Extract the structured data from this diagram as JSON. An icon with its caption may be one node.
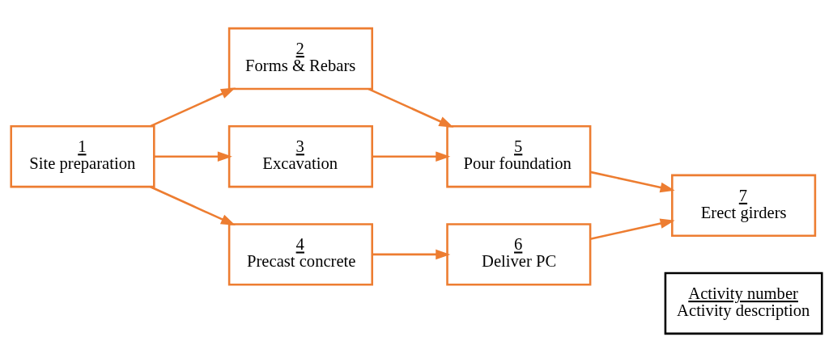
{
  "diagram": {
    "nodes": [
      {
        "text": [
          "1",
          "Site preparation"
        ]
      },
      {
        "text": [
          "2",
          "Forms & Rebars"
        ]
      },
      {
        "text": [
          "3",
          "Excavation"
        ]
      },
      {
        "text": [
          "4",
          "Precast concrete"
        ]
      },
      {
        "text": [
          "5",
          "Pour foundation"
        ]
      },
      {
        "text": [
          "6",
          "Deliver PC"
        ]
      },
      {
        "text": [
          "7",
          "Erect girders"
        ]
      },
      {
        "text": [
          "Activity number",
          "Activity description"
        ]
      }
    ],
    "edges": [
      {
        "from": 0,
        "to": 1,
        "arrow": "to"
      },
      {
        "from": 0,
        "to": 2,
        "arrow": "to"
      },
      {
        "from": 0,
        "to": 3,
        "arrow": "to"
      },
      {
        "from": 1,
        "to": 4,
        "arrow": "to"
      },
      {
        "from": 2,
        "to": 4,
        "arrow": "to"
      },
      {
        "from": 3,
        "to": 5,
        "arrow": "to"
      },
      {
        "from": 4,
        "to": 6,
        "arrow": "to"
      },
      {
        "from": 5,
        "to": 6,
        "arrow": "to"
      }
    ]
  }
}
